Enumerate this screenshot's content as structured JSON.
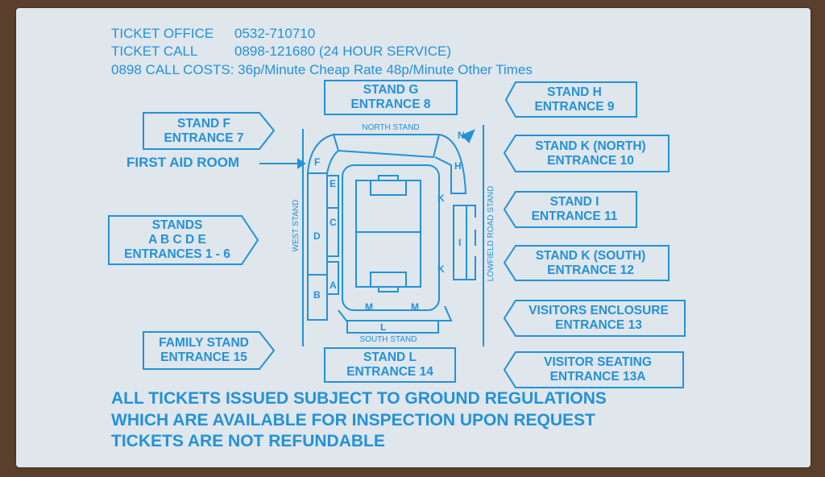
{
  "header": {
    "line1_label": "TICKET OFFICE",
    "line1_value": "0532-710710",
    "line2_label": "TICKET CALL",
    "line2_value": "0898-121680 (24 HOUR SERVICE)",
    "line3": "0898 CALL COSTS: 36p/Minute Cheap Rate  48p/Minute Other Times"
  },
  "boxes": {
    "g": [
      "STAND G",
      "ENTRANCE 8"
    ],
    "h": [
      "STAND H",
      "ENTRANCE 9"
    ],
    "f": [
      "STAND F",
      "ENTRANCE 7"
    ],
    "k_north": [
      "STAND K (NORTH)",
      "ENTRANCE 10"
    ],
    "abcde": [
      "STANDS",
      "A B C D E",
      "ENTRANCES 1 - 6"
    ],
    "i": [
      "STAND I",
      "ENTRANCE 11"
    ],
    "k_south": [
      "STAND K (SOUTH)",
      "ENTRANCE 12"
    ],
    "visitors_enclosure": [
      "VISITORS ENCLOSURE",
      "ENTRANCE 13"
    ],
    "family": [
      "FAMILY STAND",
      "ENTRANCE 15"
    ],
    "l": [
      "STAND L",
      "ENTRANCE 14"
    ],
    "visitor_seating": [
      "VISITOR SEATING",
      "ENTRANCE 13A"
    ]
  },
  "first_aid": "FIRST AID ROOM",
  "map": {
    "north": "NORTH STAND",
    "south": "SOUTH STAND",
    "west": "WEST STAND",
    "east": "LOWFIELD ROAD STAND",
    "compass": "N",
    "sections": {
      "a": "A",
      "b": "B",
      "c": "C",
      "d": "D",
      "e": "E",
      "f": "F",
      "h": "H",
      "k": "K",
      "i": "I",
      "l": "L",
      "m": "M"
    }
  },
  "footer": [
    "ALL TICKETS ISSUED SUBJECT TO GROUND REGULATIONS",
    "WHICH ARE AVAILABLE FOR INSPECTION UPON REQUEST",
    "TICKETS ARE NOT REFUNDABLE"
  ],
  "colors": {
    "ink": "#2392d8",
    "paper": "#dfe6ec",
    "wood": "#5a3f2c"
  }
}
